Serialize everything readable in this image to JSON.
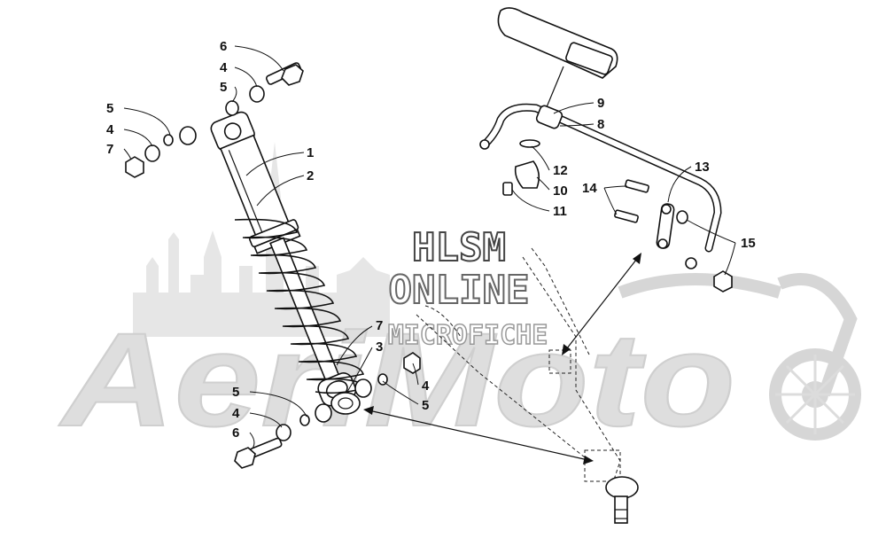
{
  "watermark": {
    "brand": "AeriMoto",
    "line1": "HLSM",
    "line2": "ONLINE",
    "line3": "MICROFICHE"
  },
  "callouts": {
    "c1": "1",
    "c2": "2",
    "c3": "3",
    "c4a": "4",
    "c4b": "4",
    "c4c": "4",
    "c4d": "4",
    "c5a": "5",
    "c5b": "5",
    "c5c": "5",
    "c5d": "5",
    "c6a": "6",
    "c6b": "6",
    "c7a": "7",
    "c7b": "7",
    "c8": "8",
    "c9": "9",
    "c10": "10",
    "c11": "11",
    "c12": "12",
    "c13": "13",
    "c14": "14",
    "c15": "15"
  },
  "colors": {
    "ink": "#111111",
    "watermark": "#d8d8d8",
    "hlsm_fill": "#ffffff",
    "hlsm_stroke": "#444444"
  }
}
